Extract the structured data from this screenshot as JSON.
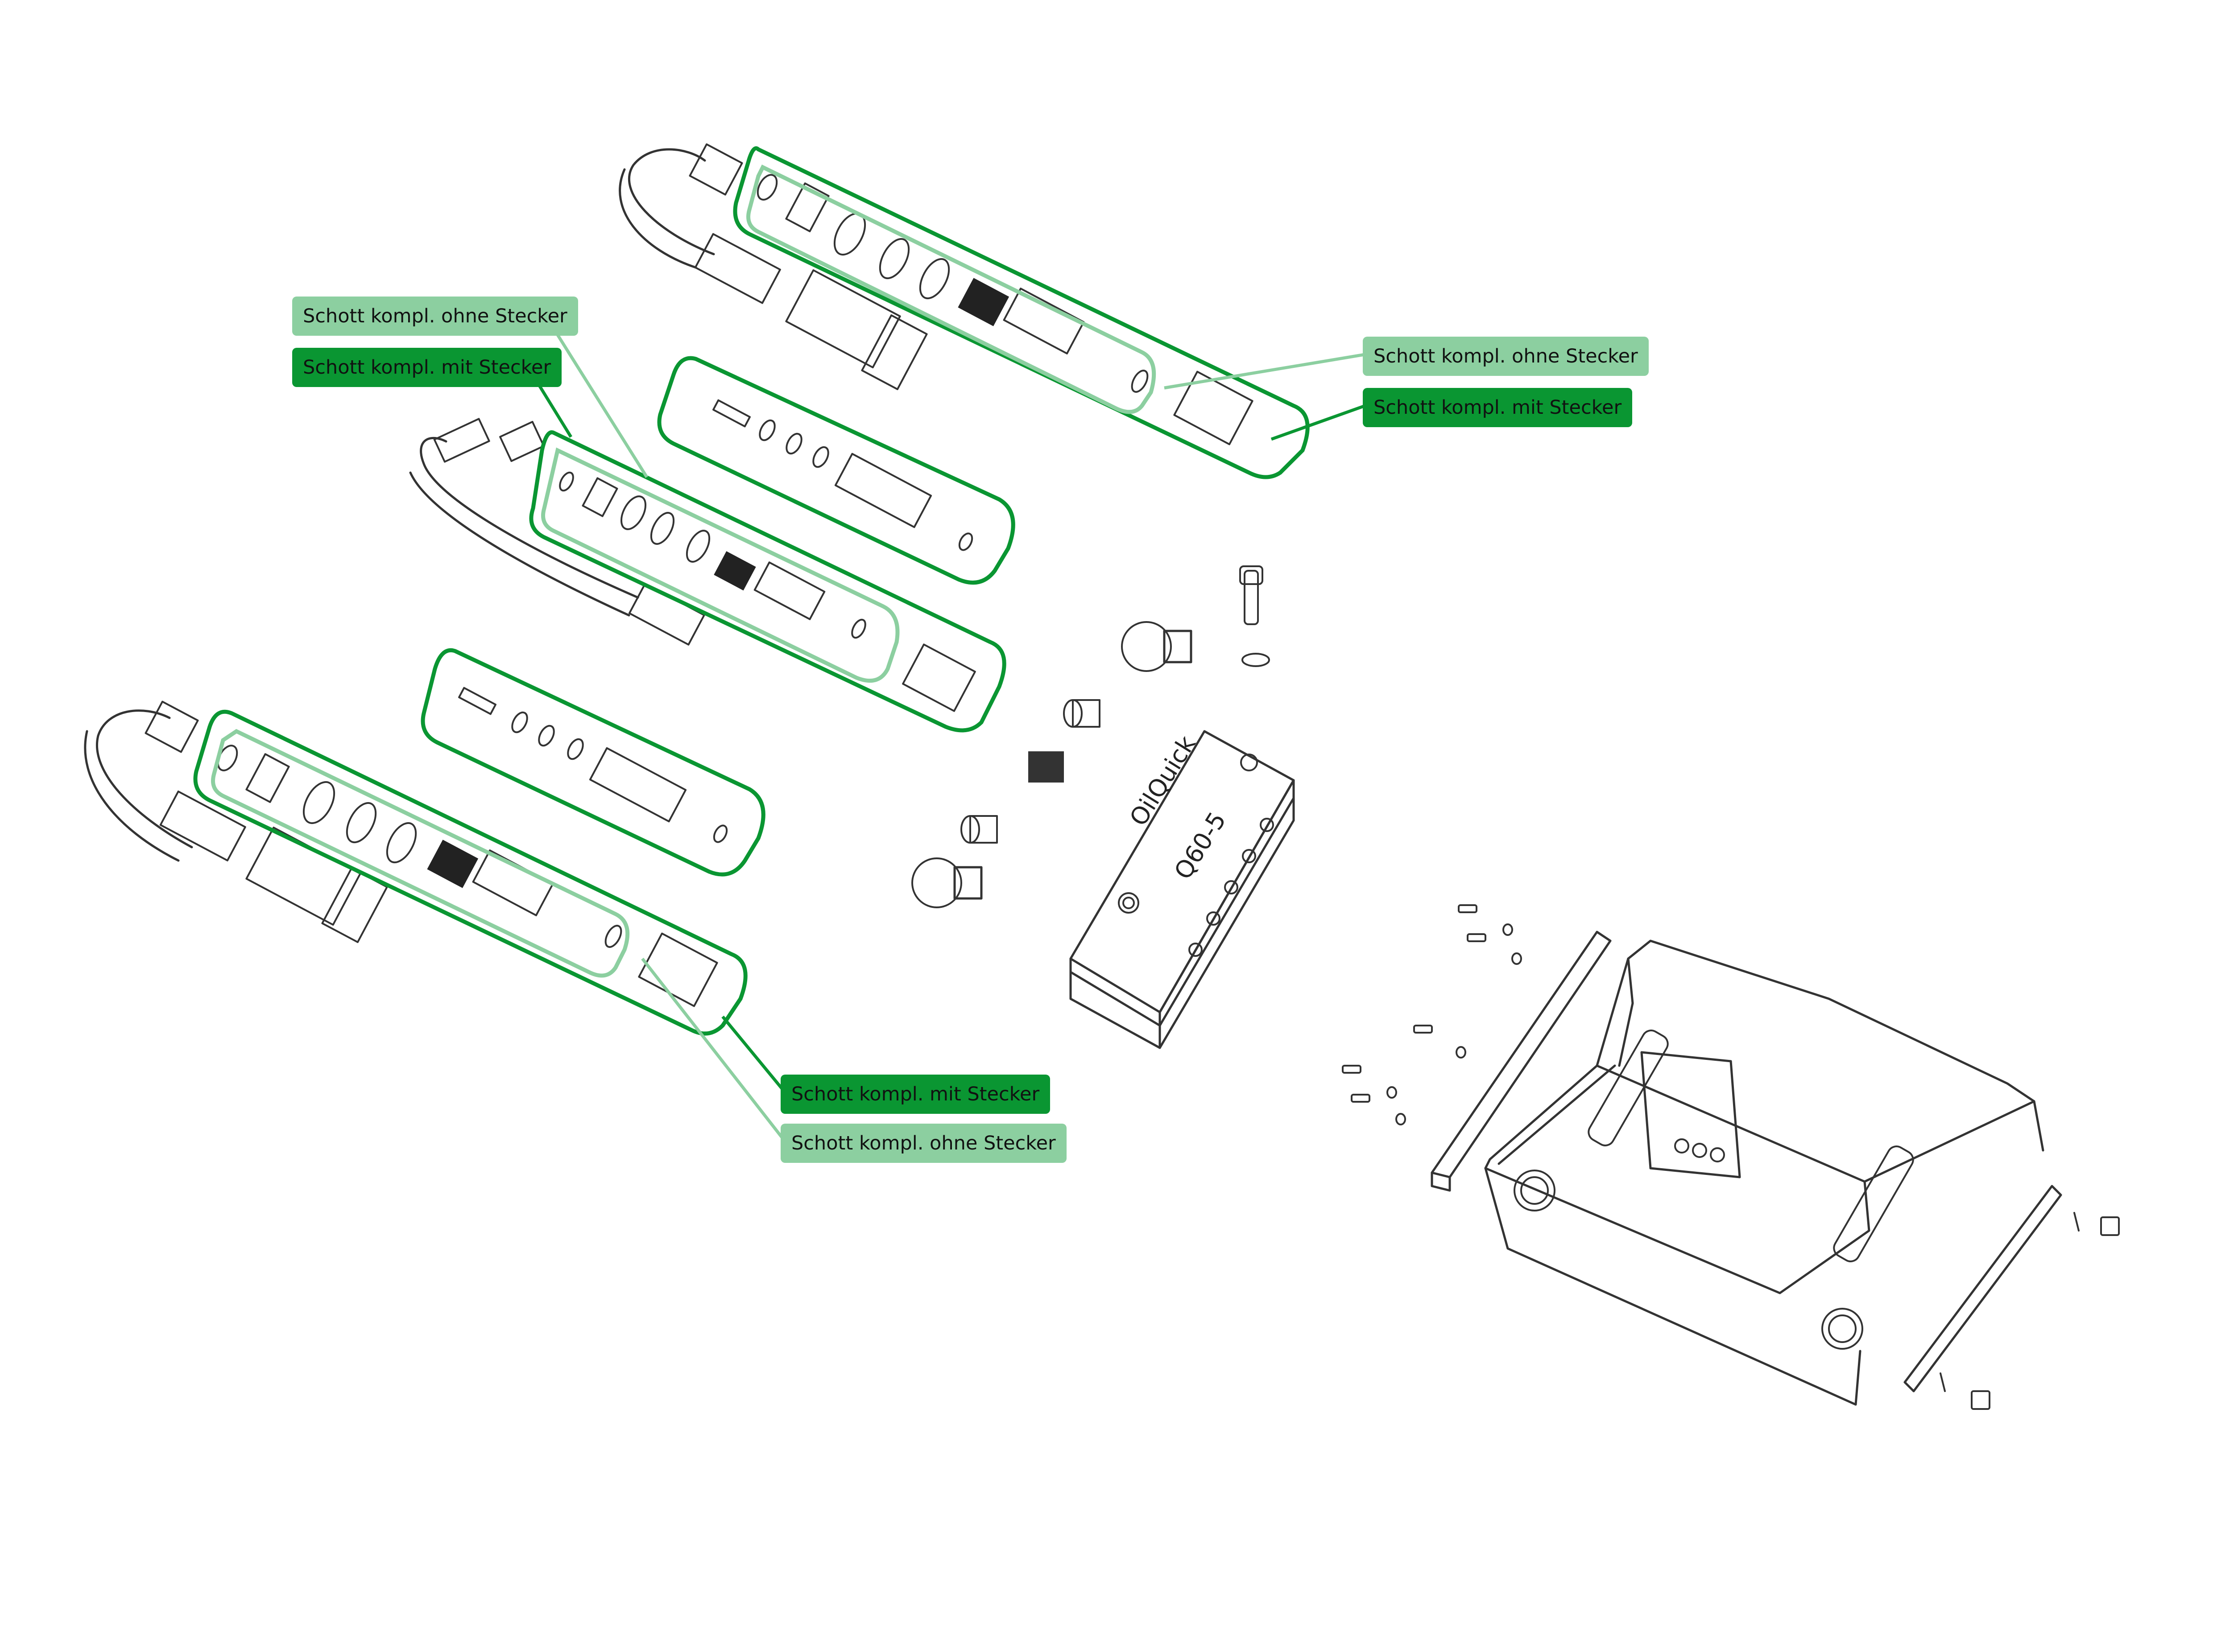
{
  "labels": {
    "top_without": "Schott kompl. ohne Stecker",
    "top_with": "Schott kompl. mit Stecker",
    "mid_without": "Schott kompl. ohne Stecker",
    "mid_with": "Schott kompl. mit Stecker",
    "bottom_with": "Schott kompl. mit Stecker",
    "bottom_without": "Schott kompl. ohne Stecker"
  },
  "block": {
    "brand": "OilQuick",
    "model": "Q60-5"
  },
  "colors": {
    "dark_green": "#0a9632",
    "light_green": "#8ccfa0",
    "line": "#333333"
  }
}
